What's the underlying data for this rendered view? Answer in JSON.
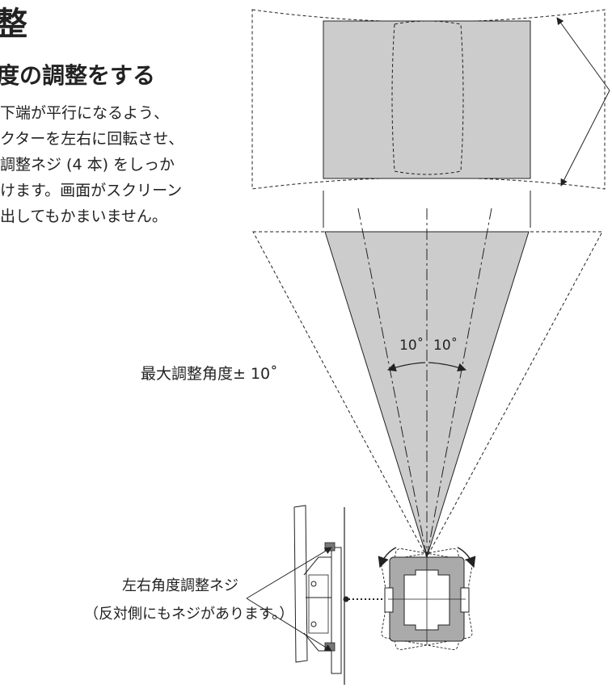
{
  "section": {
    "title": "整",
    "subtitle": "度の調整をする",
    "body_lines": [
      "下端が平行になるよう、",
      "クターを左右に回転させ、",
      "調整ネジ (4 本) をしっか",
      "けます。画面がスクリーン",
      "出してもかまいません。"
    ]
  },
  "diagram": {
    "max_angle_label": "最大調整角度± 10˚",
    "angle_left_label": "10˚",
    "angle_right_label": "10˚",
    "screw_label_line1": "左右角度調整ネジ",
    "screw_label_line2": "（反対側にもネジがあります。）"
  },
  "colors": {
    "fill_gray": "#cccccc",
    "line": "#222222"
  }
}
